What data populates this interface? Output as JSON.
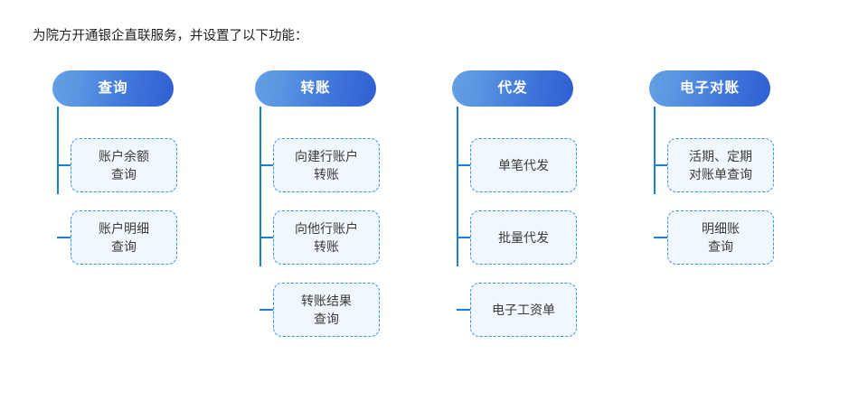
{
  "intro": {
    "text": "为院方开通银企直联服务，并设置了以下功能："
  },
  "colors": {
    "header_gradient_start": "#63a0e4",
    "header_gradient_end": "#2f5fd2",
    "connector_line": "#1b7fd4",
    "child_border": "#2b93ee",
    "child_fill": "#f1f7fe",
    "header_text": "#ffffff",
    "child_text": "#3a3a3a",
    "page_background": "#ffffff"
  },
  "columns": [
    {
      "header": "查询",
      "children": [
        {
          "label": "账户余额\n查询"
        },
        {
          "label": "账户明细\n查询"
        }
      ]
    },
    {
      "header": "转账",
      "children": [
        {
          "label": "向建行账户\n转账"
        },
        {
          "label": "向他行账户\n转账"
        },
        {
          "label": "转账结果\n查询"
        }
      ]
    },
    {
      "header": "代发",
      "children": [
        {
          "label": "单笔代发"
        },
        {
          "label": "批量代发"
        },
        {
          "label": "电子工资单"
        }
      ]
    },
    {
      "header": "电子对账",
      "children": [
        {
          "label": "活期、定期\n对账单查询"
        },
        {
          "label": "明细账\n查询"
        }
      ]
    }
  ]
}
